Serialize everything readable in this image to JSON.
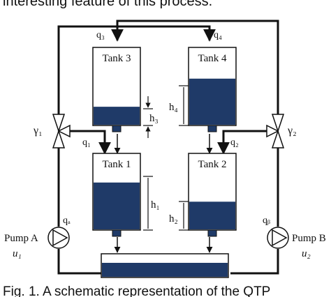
{
  "header_text": "interesting feature of this process.",
  "caption": "Fig. 1. A schematic representation of the QTP",
  "tanks": {
    "tank1": "Tank 1",
    "tank2": "Tank 2",
    "tank3": "Tank 3",
    "tank4": "Tank 4"
  },
  "flows": {
    "q1": "q₁",
    "q2": "q₂",
    "q3": "q₃",
    "q4": "q₄",
    "qa": "qₐ",
    "qb": "qᵦ"
  },
  "levels": {
    "h1": "h₁",
    "h2": "h₂",
    "h3": "h₃",
    "h4": "h₄"
  },
  "valves": {
    "gamma1": "γ₁",
    "gamma2": "γ₂"
  },
  "pumps": {
    "pump_a": "Pump A",
    "u1": "u₁",
    "pump_b": "Pump B",
    "u2": "u₂"
  },
  "fill_levels": {
    "tank1": 0.62,
    "tank2": 0.37,
    "tank3": 0.24,
    "tank4": 0.6
  },
  "colors": {
    "water": "#1f3a68",
    "line": "#111111"
  }
}
